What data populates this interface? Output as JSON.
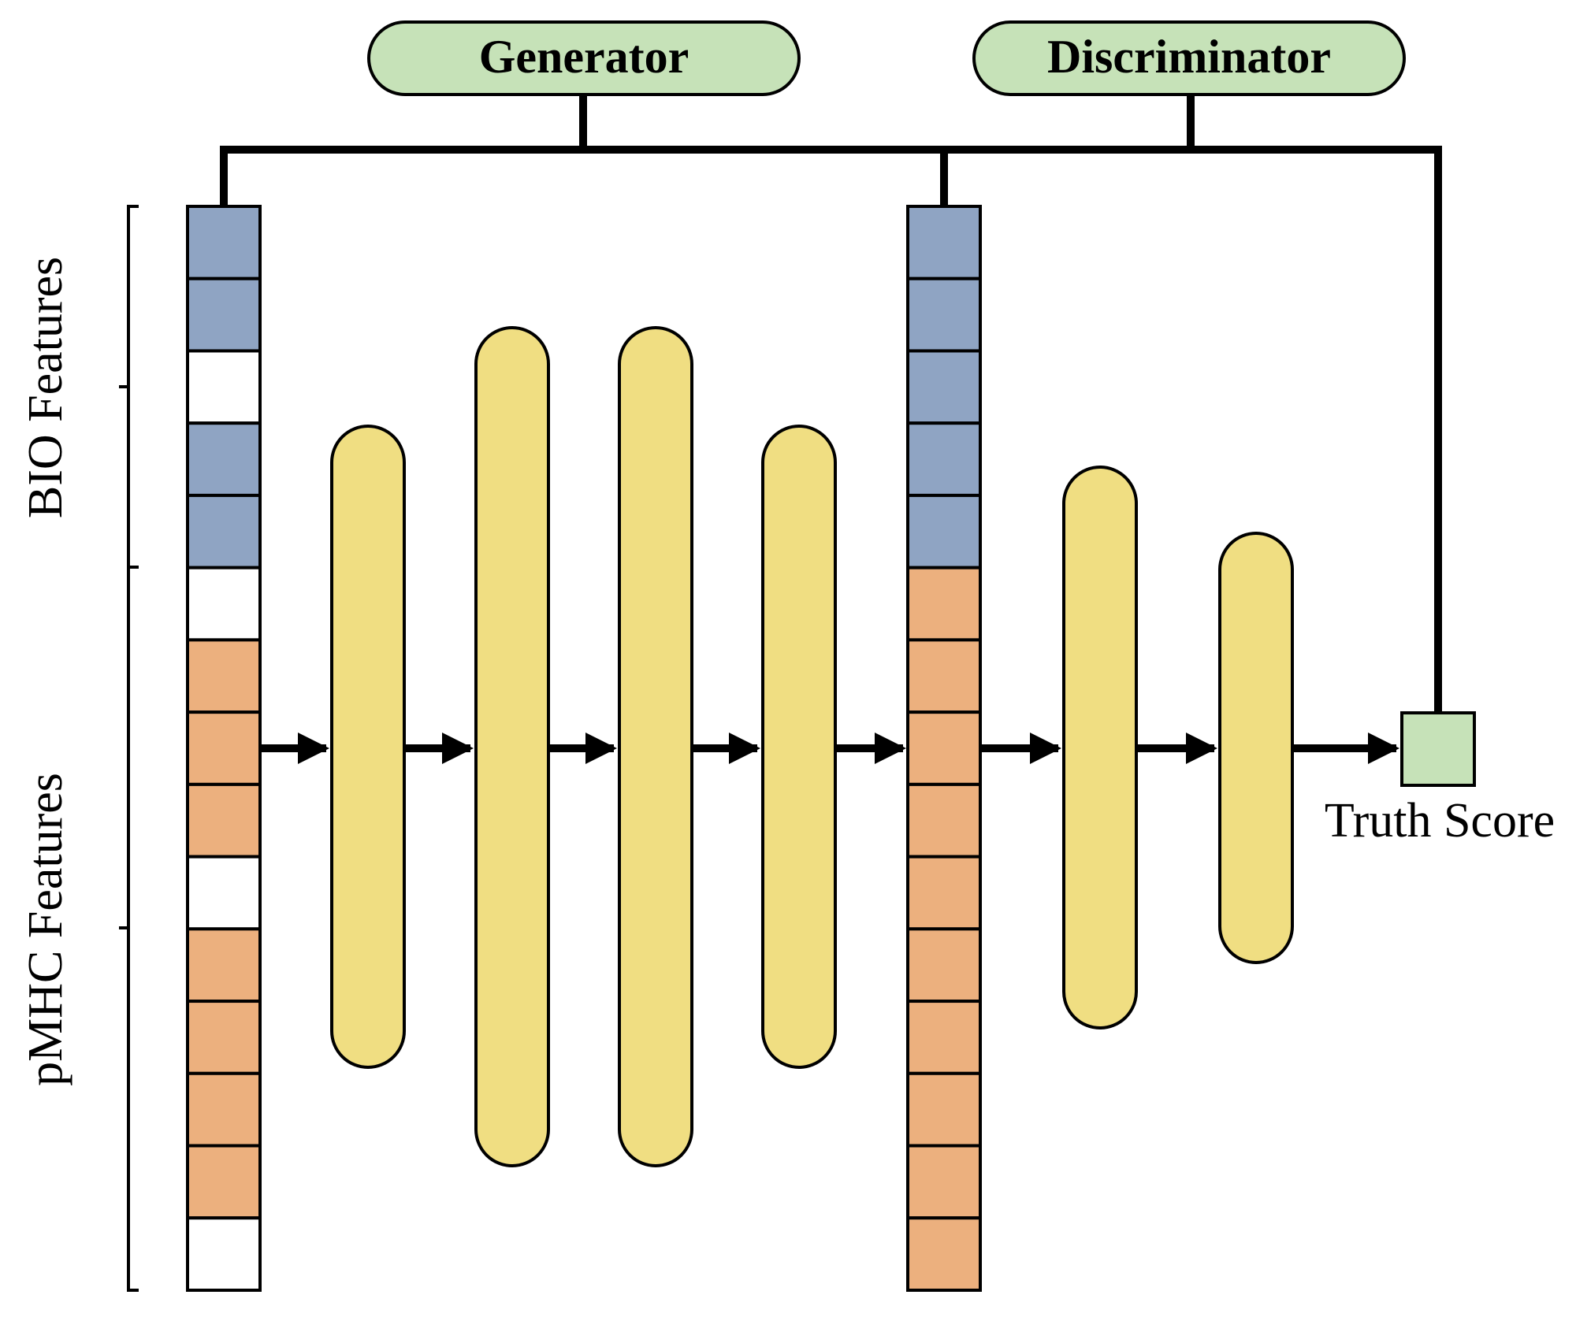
{
  "labels": {
    "generator": "Generator",
    "discriminator": "Discriminator",
    "bio_features": "BIO Features",
    "pmhc_features": "pMHC Features",
    "truth_score": "Truth Score"
  },
  "colors": {
    "bio": "#8fa4c3",
    "pmhc": "#ecb07e",
    "empty": "#ffffff",
    "layer": "#f0de82",
    "label_box": "#c6e2b8",
    "stroke": "#000000"
  },
  "generator_input_cells": [
    "bio",
    "bio",
    "empty",
    "bio",
    "bio",
    "empty",
    "pmhc",
    "pmhc",
    "pmhc",
    "empty",
    "pmhc",
    "pmhc",
    "pmhc",
    "pmhc",
    "empty"
  ],
  "discriminator_input_cells": [
    "bio",
    "bio",
    "bio",
    "bio",
    "bio",
    "pmhc",
    "pmhc",
    "pmhc",
    "pmhc",
    "pmhc",
    "pmhc",
    "pmhc",
    "pmhc",
    "pmhc",
    "pmhc"
  ],
  "generator_hidden_layers": 4,
  "discriminator_hidden_layers": 2
}
